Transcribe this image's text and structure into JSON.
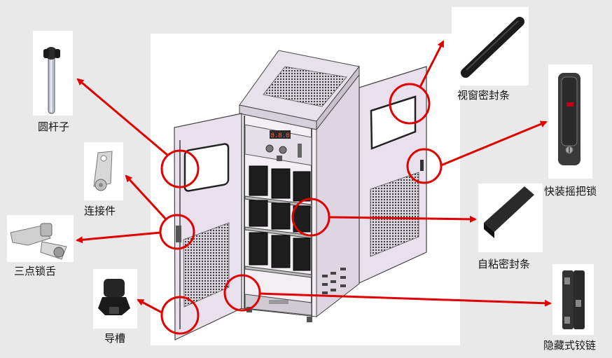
{
  "labels": {
    "round_rod": "圆杆子",
    "connector": "连接件",
    "three_point_tongue": "三点锁舌",
    "guide_slot": "导槽",
    "window_seal": "视窗密封条",
    "quick_handle_lock": "快装摇把锁",
    "adhesive_seal": "自粘密封条",
    "hidden_hinge": "隐藏式铰链"
  },
  "panel_text": {
    "display": "8.8.8"
  },
  "colors": {
    "accent": "#e00000",
    "background": "#e9e9e9",
    "panel": "#ffffff",
    "cabinet": "#ece6ee"
  }
}
